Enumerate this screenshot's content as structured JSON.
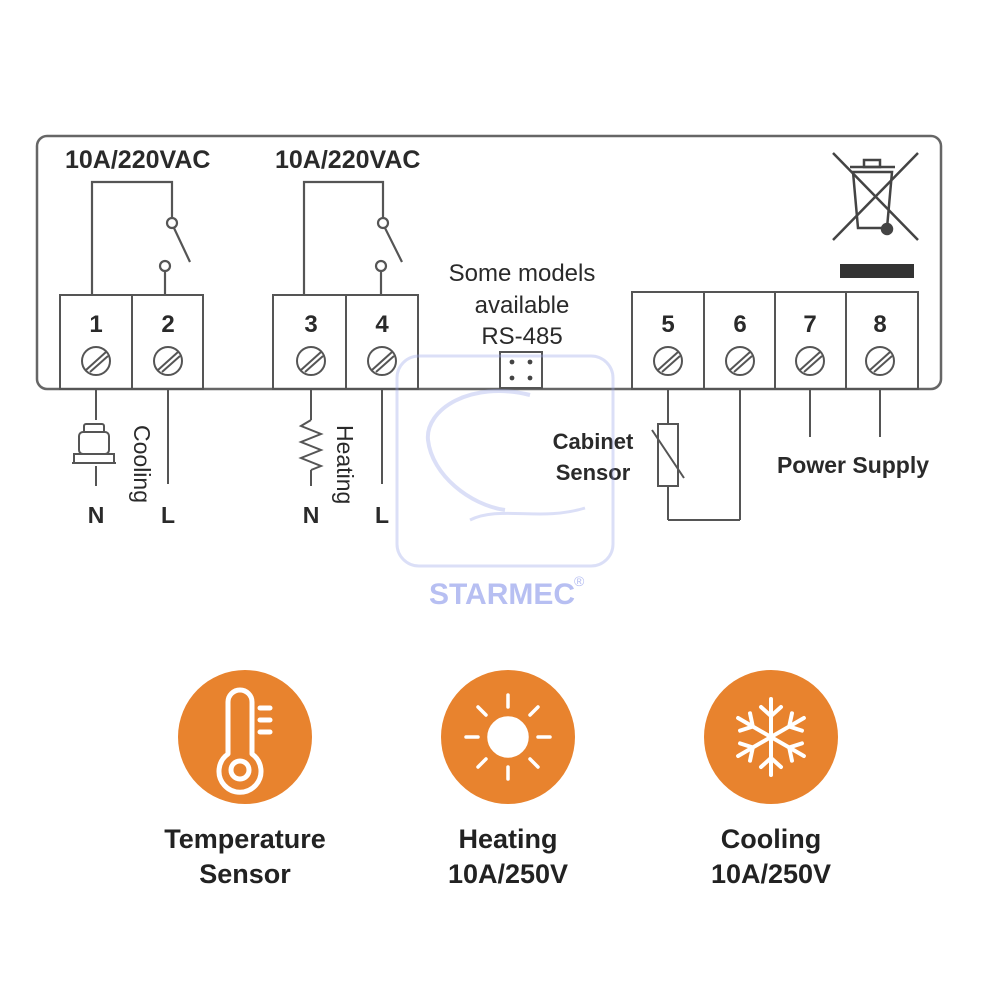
{
  "relay_labels": {
    "relay1": "10A/220VAC",
    "relay2": "10A/220VAC"
  },
  "terminals": [
    "1",
    "2",
    "3",
    "4",
    "5",
    "6",
    "7",
    "8"
  ],
  "rs485_note": {
    "line1": "Some models",
    "line2": "available",
    "line3": "RS-485"
  },
  "wiring": {
    "cooling": {
      "label": "Cooling",
      "neutral": "N",
      "live": "L"
    },
    "heating": {
      "label": "Heating",
      "neutral": "N",
      "live": "L"
    },
    "cabinet_sensor": {
      "line1": "Cabinet",
      "line2": "Sensor"
    },
    "power_supply": "Power Supply"
  },
  "watermark": {
    "brand": "STARMEC",
    "registered": "®"
  },
  "features": [
    {
      "icon": "thermometer-icon",
      "line1": "Temperature",
      "line2": "Sensor"
    },
    {
      "icon": "sun-icon",
      "line1": "Heating",
      "line2": "10A/250V"
    },
    {
      "icon": "snowflake-icon",
      "line1": "Cooling",
      "line2": "10A/250V"
    }
  ],
  "colors": {
    "accent_orange": "#E8832E",
    "line": "#555555",
    "panel_border": "#666666"
  }
}
